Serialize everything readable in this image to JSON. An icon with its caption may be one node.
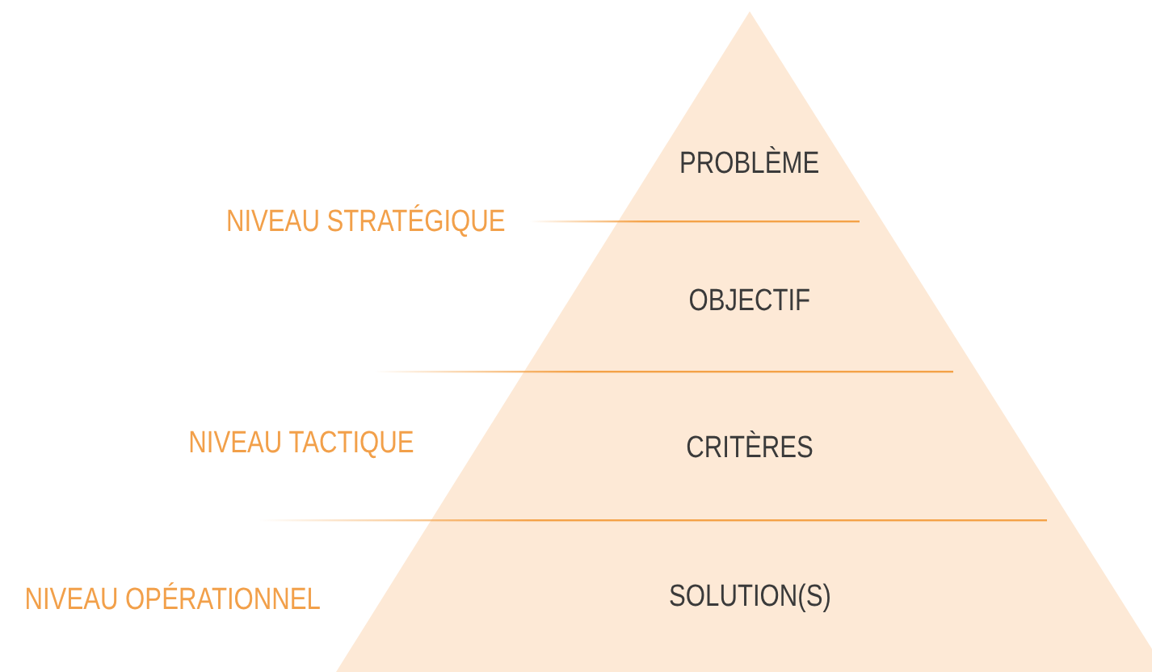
{
  "diagram": {
    "labels": [
      "PROBLÈME",
      "NIVEAU STRATÉGIQUE",
      "OBJECTIF",
      "NIVEAU TACTIQUE",
      "CRITÈRES",
      "NIVEAU OPÉRATIONNEL",
      "SOLUTION(S)"
    ]
  }
}
